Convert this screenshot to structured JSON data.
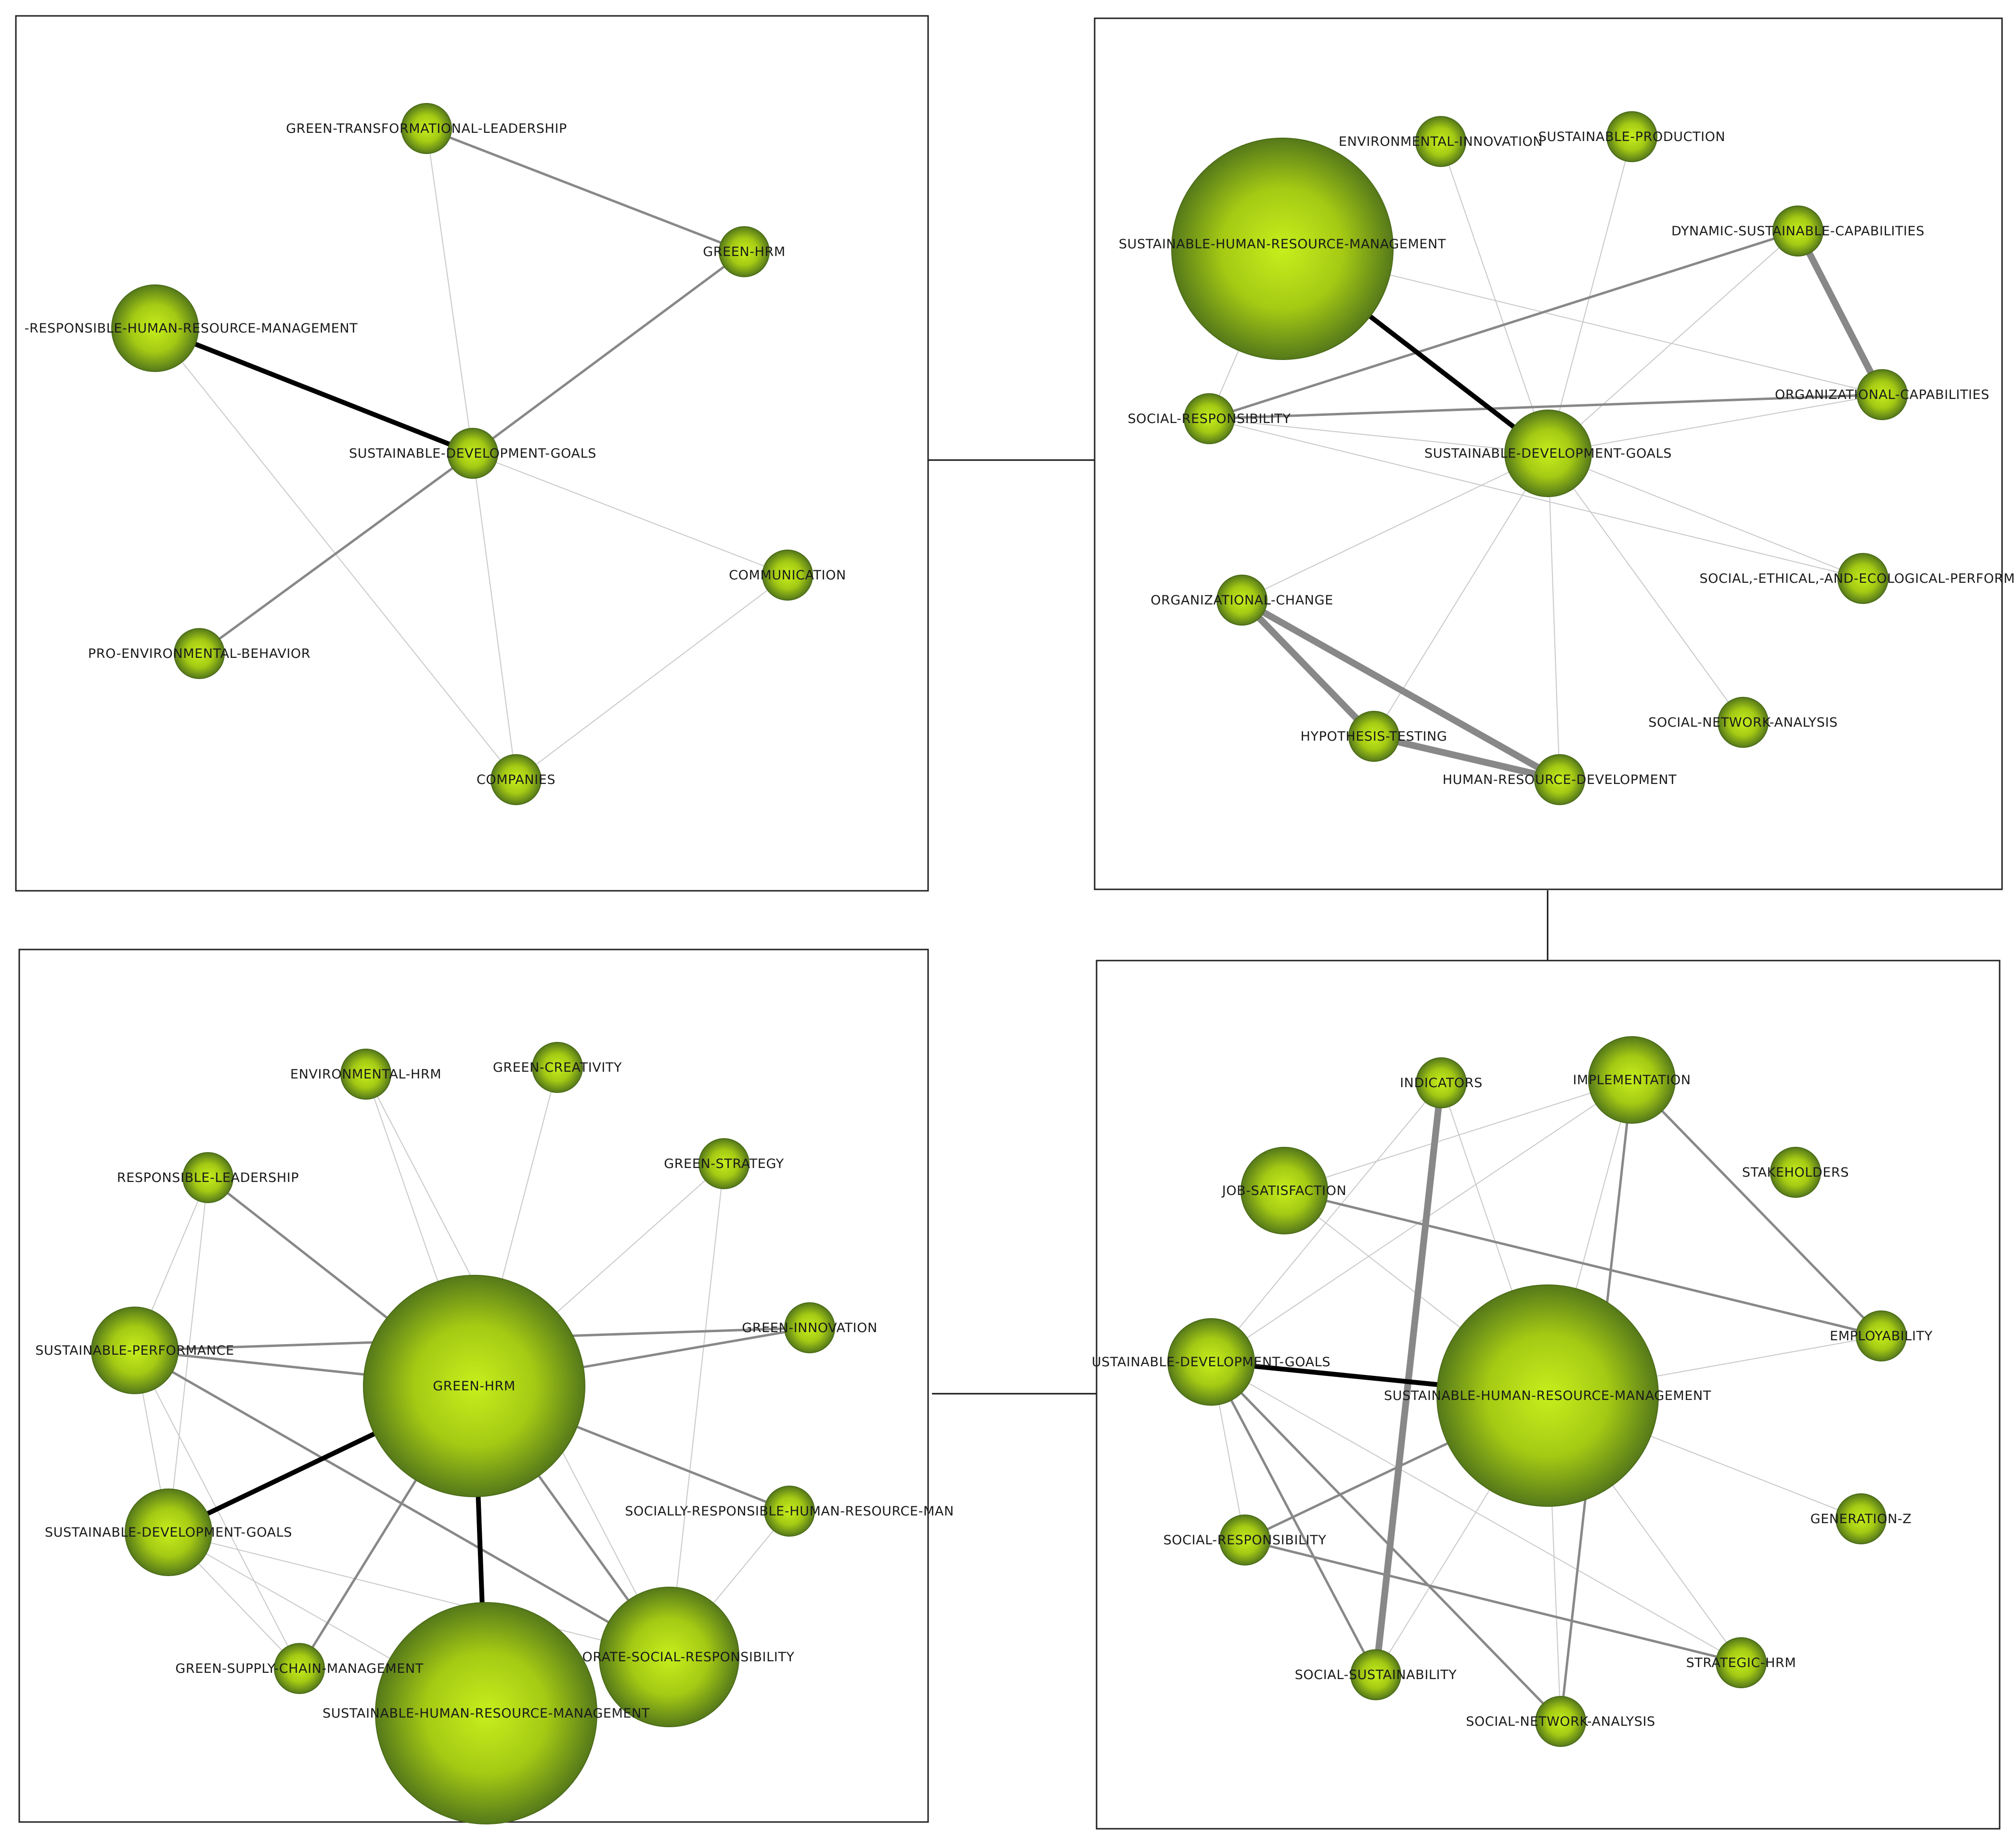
{
  "colors": {
    "node_highlight": "#c7ef1c",
    "node_mid": "#a4ca14",
    "node_edge": "#56791a",
    "node_outline": "#4b6b18",
    "edge_strong": "#000000",
    "edge_medium": "#888888",
    "edge_weak": "#c8c8c8",
    "frame": "#222222"
  },
  "panels": [
    {
      "id": "top-left",
      "nodes": [
        {
          "id": "gtl",
          "label": "GREEN-TRANSFORMATIONAL-LEADERSHIP",
          "size": "small"
        },
        {
          "id": "ghrm",
          "label": "GREEN-HRM",
          "size": "small"
        },
        {
          "id": "srhrm",
          "label": "-RESPONSIBLE-HUMAN-RESOURCE-MANAGEMENT",
          "size": "medium"
        },
        {
          "id": "sdg",
          "label": "SUSTAINABLE-DEVELOPMENT-GOALS",
          "size": "small"
        },
        {
          "id": "comm",
          "label": "COMMUNICATION",
          "size": "small"
        },
        {
          "id": "peb",
          "label": "PRO-ENVIRONMENTAL-BEHAVIOR",
          "size": "small"
        },
        {
          "id": "comp",
          "label": "COMPANIES",
          "size": "small"
        }
      ],
      "edges": [
        {
          "from": "gtl",
          "to": "ghrm",
          "weight": "medium"
        },
        {
          "from": "srhrm",
          "to": "sdg",
          "weight": "strong"
        },
        {
          "from": "ghrm",
          "to": "sdg",
          "weight": "medium"
        },
        {
          "from": "sdg",
          "to": "peb",
          "weight": "medium"
        },
        {
          "from": "gtl",
          "to": "sdg",
          "weight": "weak"
        },
        {
          "from": "srhrm",
          "to": "comp",
          "weight": "weak"
        },
        {
          "from": "sdg",
          "to": "comm",
          "weight": "weak"
        },
        {
          "from": "sdg",
          "to": "comp",
          "weight": "weak"
        },
        {
          "from": "comm",
          "to": "comp",
          "weight": "weak"
        }
      ]
    },
    {
      "id": "top-right",
      "nodes": [
        {
          "id": "ei",
          "label": "ENVIRONMENTAL-INNOVATION",
          "size": "small"
        },
        {
          "id": "sp",
          "label": "SUSTAINABLE-PRODUCTION",
          "size": "small"
        },
        {
          "id": "shrm",
          "label": "SUSTAINABLE-HUMAN-RESOURCE-MANAGEMENT",
          "size": "large"
        },
        {
          "id": "dsc",
          "label": "DYNAMIC-SUSTAINABLE-CAPABILITIES",
          "size": "small"
        },
        {
          "id": "sr",
          "label": "SOCIAL-RESPONSIBILITY",
          "size": "small"
        },
        {
          "id": "oc",
          "label": "ORGANIZATIONAL-CAPABILITIES",
          "size": "small"
        },
        {
          "id": "sdg",
          "label": "SUSTAINABLE-DEVELOPMENT-GOALS",
          "size": "medium"
        },
        {
          "id": "seep",
          "label": "SOCIAL,-ETHICAL,-AND-ECOLOGICAL-PERFORM",
          "size": "small"
        },
        {
          "id": "och",
          "label": "ORGANIZATIONAL-CHANGE",
          "size": "small"
        },
        {
          "id": "sna",
          "label": "SOCIAL-NETWORK-ANALYSIS",
          "size": "small"
        },
        {
          "id": "ht",
          "label": "HYPOTHESIS-TESTING",
          "size": "small"
        },
        {
          "id": "hrd",
          "label": "HUMAN-RESOURCE-DEVELOPMENT",
          "size": "small"
        }
      ],
      "edges": [
        {
          "from": "shrm",
          "to": "sdg",
          "weight": "strong"
        },
        {
          "from": "dsc",
          "to": "oc",
          "weight": "thick-medium"
        },
        {
          "from": "och",
          "to": "ht",
          "weight": "thick-medium"
        },
        {
          "from": "och",
          "to": "hrd",
          "weight": "thick-medium"
        },
        {
          "from": "ht",
          "to": "hrd",
          "weight": "thick-medium"
        },
        {
          "from": "sr",
          "to": "dsc",
          "weight": "medium"
        },
        {
          "from": "sr",
          "to": "oc",
          "weight": "medium"
        },
        {
          "from": "ei",
          "to": "sdg",
          "weight": "weak"
        },
        {
          "from": "sp",
          "to": "sdg",
          "weight": "weak"
        },
        {
          "from": "dsc",
          "to": "sdg",
          "weight": "weak"
        },
        {
          "from": "sr",
          "to": "sdg",
          "weight": "weak"
        },
        {
          "from": "shrm",
          "to": "sr",
          "weight": "weak"
        },
        {
          "from": "shrm",
          "to": "oc",
          "weight": "weak"
        },
        {
          "from": "sdg",
          "to": "oc",
          "weight": "weak"
        },
        {
          "from": "sdg",
          "to": "seep",
          "weight": "weak"
        },
        {
          "from": "sdg",
          "to": "och",
          "weight": "weak"
        },
        {
          "from": "sdg",
          "to": "sna",
          "weight": "weak"
        },
        {
          "from": "sdg",
          "to": "ht",
          "weight": "weak"
        },
        {
          "from": "sdg",
          "to": "hrd",
          "weight": "weak"
        },
        {
          "from": "sr",
          "to": "seep",
          "weight": "weak"
        }
      ]
    },
    {
      "id": "bottom-left",
      "nodes": [
        {
          "id": "ehrm",
          "label": "ENVIRONMENTAL-HRM",
          "size": "small"
        },
        {
          "id": "gc",
          "label": "GREEN-CREATIVITY",
          "size": "small"
        },
        {
          "id": "gs",
          "label": "GREEN-STRATEGY",
          "size": "small"
        },
        {
          "id": "rl",
          "label": "RESPONSIBLE-LEADERSHIP",
          "size": "small"
        },
        {
          "id": "sperf",
          "label": "SUSTAINABLE-PERFORMANCE",
          "size": "medium"
        },
        {
          "id": "gi",
          "label": "GREEN-INNOVATION",
          "size": "small"
        },
        {
          "id": "ghrm",
          "label": "GREEN-HRM",
          "size": "large"
        },
        {
          "id": "srhrm",
          "label": "SOCIALLY-RESPONSIBLE-HUMAN-RESOURCE-MAN",
          "size": "small"
        },
        {
          "id": "sdg",
          "label": "SUSTAINABLE-DEVELOPMENT-GOALS",
          "size": "medium"
        },
        {
          "id": "csr",
          "label": "ORATE-SOCIAL-RESPONSIBILITY",
          "size": "medium-large"
        },
        {
          "id": "gscm",
          "label": "GREEN-SUPPLY-CHAIN-MANAGEMENT",
          "size": "small"
        },
        {
          "id": "shrm",
          "label": "SUSTAINABLE-HUMAN-RESOURCE-MANAGEMENT",
          "size": "large"
        }
      ],
      "edges": [
        {
          "from": "ghrm",
          "to": "sdg",
          "weight": "strong"
        },
        {
          "from": "ghrm",
          "to": "shrm",
          "weight": "strong"
        },
        {
          "from": "ghrm",
          "to": "sperf",
          "weight": "medium"
        },
        {
          "from": "ghrm",
          "to": "gi",
          "weight": "medium"
        },
        {
          "from": "sperf",
          "to": "gi",
          "weight": "medium"
        },
        {
          "from": "ghrm",
          "to": "csr",
          "weight": "medium"
        },
        {
          "from": "ghrm",
          "to": "srhrm",
          "weight": "medium"
        },
        {
          "from": "sperf",
          "to": "csr",
          "weight": "medium"
        },
        {
          "from": "ghrm",
          "to": "gscm",
          "weight": "medium"
        },
        {
          "from": "rl",
          "to": "ghrm",
          "weight": "medium"
        },
        {
          "from": "ehrm",
          "to": "ghrm",
          "weight": "weak"
        },
        {
          "from": "ehrm",
          "to": "csr",
          "weight": "weak"
        },
        {
          "from": "gc",
          "to": "ghrm",
          "weight": "weak"
        },
        {
          "from": "gs",
          "to": "ghrm",
          "weight": "weak"
        },
        {
          "from": "gs",
          "to": "csr",
          "weight": "weak"
        },
        {
          "from": "rl",
          "to": "sperf",
          "weight": "weak"
        },
        {
          "from": "rl",
          "to": "sdg",
          "weight": "weak"
        },
        {
          "from": "sperf",
          "to": "sdg",
          "weight": "weak"
        },
        {
          "from": "sperf",
          "to": "gscm",
          "weight": "weak"
        },
        {
          "from": "sdg",
          "to": "shrm",
          "weight": "weak"
        },
        {
          "from": "sdg",
          "to": "csr",
          "weight": "weak"
        },
        {
          "from": "sdg",
          "to": "gscm",
          "weight": "weak"
        },
        {
          "from": "ghrm",
          "to": "csr",
          "weight": "weak"
        },
        {
          "from": "srhrm",
          "to": "csr",
          "weight": "weak"
        },
        {
          "from": "ghrm",
          "to": "shrm",
          "weight": "weak"
        }
      ]
    },
    {
      "id": "bottom-right",
      "nodes": [
        {
          "id": "ind",
          "label": "INDICATORS",
          "size": "small"
        },
        {
          "id": "impl",
          "label": "IMPLEMENTATION",
          "size": "medium"
        },
        {
          "id": "js",
          "label": "JOB-SATISFACTION",
          "size": "medium"
        },
        {
          "id": "stk",
          "label": "STAKEHOLDERS",
          "size": "small"
        },
        {
          "id": "sdg",
          "label": "USTAINABLE-DEVELOPMENT-GOALS",
          "size": "medium"
        },
        {
          "id": "emp",
          "label": "EMPLOYABILITY",
          "size": "small"
        },
        {
          "id": "shrm",
          "label": "SUSTAINABLE-HUMAN-RESOURCE-MANAGEMENT",
          "size": "large"
        },
        {
          "id": "genz",
          "label": "GENERATION-Z",
          "size": "small"
        },
        {
          "id": "sr",
          "label": "SOCIAL-RESPONSIBILITY",
          "size": "small"
        },
        {
          "id": "shrmx",
          "label": "STRATEGIC-HRM",
          "size": "small"
        },
        {
          "id": "ss",
          "label": "SOCIAL-SUSTAINABILITY",
          "size": "small"
        },
        {
          "id": "sna",
          "label": "SOCIAL-NETWORK-ANALYSIS",
          "size": "small"
        }
      ],
      "edges": [
        {
          "from": "sdg",
          "to": "shrm",
          "weight": "strong"
        },
        {
          "from": "ind",
          "to": "ss",
          "weight": "thick-medium"
        },
        {
          "from": "impl",
          "to": "sna",
          "weight": "medium"
        },
        {
          "from": "impl",
          "to": "emp",
          "weight": "medium"
        },
        {
          "from": "js",
          "to": "emp",
          "weight": "medium"
        },
        {
          "from": "sdg",
          "to": "sna",
          "weight": "medium"
        },
        {
          "from": "sdg",
          "to": "ss",
          "weight": "medium"
        },
        {
          "from": "sdg",
          "to": "sr",
          "weight": "weak"
        },
        {
          "from": "sr",
          "to": "shrmx",
          "weight": "medium"
        },
        {
          "from": "sr",
          "to": "shrm",
          "weight": "medium"
        },
        {
          "from": "ind",
          "to": "sdg",
          "weight": "weak"
        },
        {
          "from": "ind",
          "to": "shrm",
          "weight": "weak"
        },
        {
          "from": "impl",
          "to": "js",
          "weight": "weak"
        },
        {
          "from": "impl",
          "to": "sdg",
          "weight": "weak"
        },
        {
          "from": "impl",
          "to": "shrm",
          "weight": "weak"
        },
        {
          "from": "js",
          "to": "shrm",
          "weight": "weak"
        },
        {
          "from": "shrm",
          "to": "emp",
          "weight": "weak"
        },
        {
          "from": "shrm",
          "to": "genz",
          "weight": "weak"
        },
        {
          "from": "shrm",
          "to": "ss",
          "weight": "weak"
        },
        {
          "from": "sdg",
          "to": "shrmx",
          "weight": "weak"
        },
        {
          "from": "shrm",
          "to": "shrmx",
          "weight": "weak"
        },
        {
          "from": "shrm",
          "to": "sna",
          "weight": "weak"
        }
      ]
    }
  ]
}
